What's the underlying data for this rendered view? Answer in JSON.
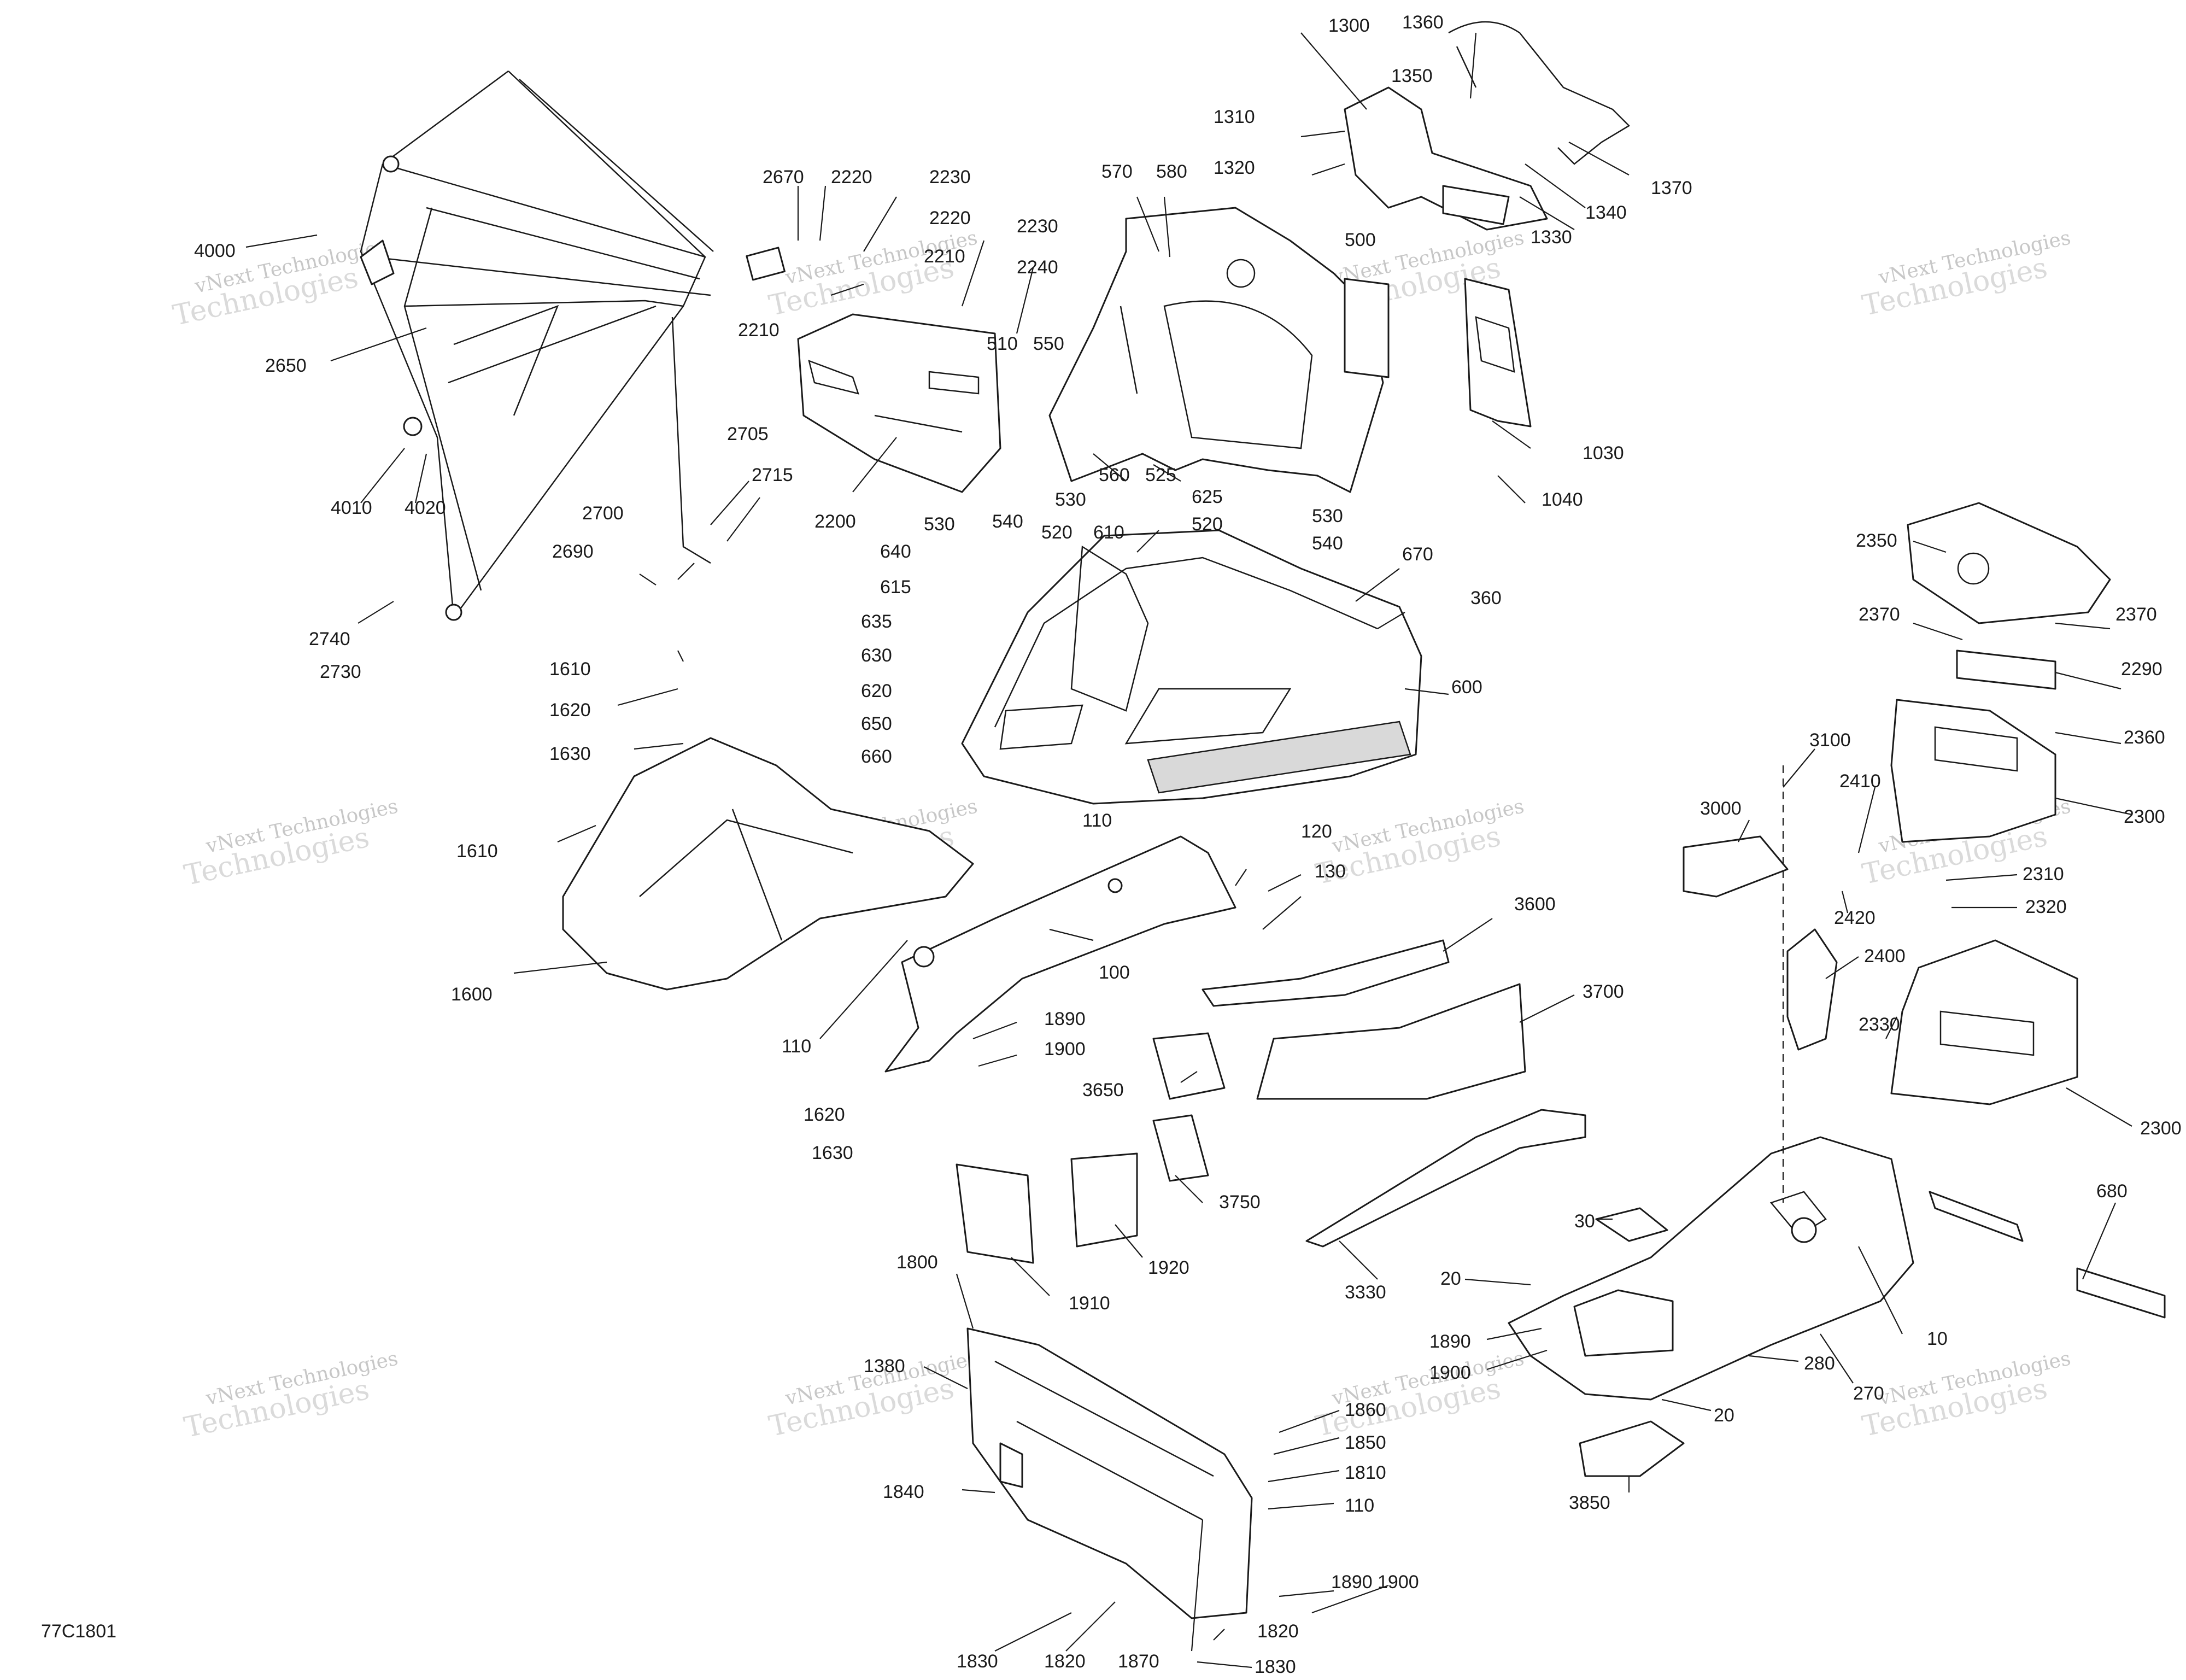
{
  "drawing_id": "77C1801",
  "watermark": {
    "line1": "vNext Technologies",
    "line2": "Technologies"
  },
  "callouts": [
    {
      "id": "c4000",
      "text": "4000"
    },
    {
      "id": "c2650",
      "text": "2650"
    },
    {
      "id": "c4010",
      "text": "4010"
    },
    {
      "id": "c4020",
      "text": "4020"
    },
    {
      "id": "c2670",
      "text": "2670"
    },
    {
      "id": "c2220a",
      "text": "2220"
    },
    {
      "id": "c2230a",
      "text": "2230"
    },
    {
      "id": "c2220b",
      "text": "2220"
    },
    {
      "id": "c2210a",
      "text": "2210"
    },
    {
      "id": "c2210b",
      "text": "2210"
    },
    {
      "id": "c2230b",
      "text": "2230"
    },
    {
      "id": "c2240",
      "text": "2240"
    },
    {
      "id": "c2200",
      "text": "2200"
    },
    {
      "id": "c2705",
      "text": "2705"
    },
    {
      "id": "c2715",
      "text": "2715"
    },
    {
      "id": "c2700",
      "text": "2700"
    },
    {
      "id": "c2690",
      "text": "2690"
    },
    {
      "id": "c2740",
      "text": "2740"
    },
    {
      "id": "c2730",
      "text": "2730"
    },
    {
      "id": "c1300",
      "text": "1300"
    },
    {
      "id": "c1360",
      "text": "1360"
    },
    {
      "id": "c1350",
      "text": "1350"
    },
    {
      "id": "c1310",
      "text": "1310"
    },
    {
      "id": "c1320",
      "text": "1320"
    },
    {
      "id": "c1370",
      "text": "1370"
    },
    {
      "id": "c1340",
      "text": "1340"
    },
    {
      "id": "c1330",
      "text": "1330"
    },
    {
      "id": "c570",
      "text": "570"
    },
    {
      "id": "c580",
      "text": "580"
    },
    {
      "id": "c500",
      "text": "500"
    },
    {
      "id": "c510",
      "text": "510"
    },
    {
      "id": "c550",
      "text": "550"
    },
    {
      "id": "c530a",
      "text": "530"
    },
    {
      "id": "c560",
      "text": "560"
    },
    {
      "id": "c525",
      "text": "525"
    },
    {
      "id": "c625",
      "text": "625"
    },
    {
      "id": "c1030",
      "text": "1030"
    },
    {
      "id": "c1040",
      "text": "1040"
    },
    {
      "id": "c530b",
      "text": "530"
    },
    {
      "id": "c540a",
      "text": "540"
    },
    {
      "id": "c520a",
      "text": "520"
    },
    {
      "id": "c610",
      "text": "610"
    },
    {
      "id": "c520b",
      "text": "520"
    },
    {
      "id": "c530c",
      "text": "530"
    },
    {
      "id": "c540b",
      "text": "540"
    },
    {
      "id": "c640",
      "text": "640"
    },
    {
      "id": "c615",
      "text": "615"
    },
    {
      "id": "c635",
      "text": "635"
    },
    {
      "id": "c630",
      "text": "630"
    },
    {
      "id": "c620",
      "text": "620"
    },
    {
      "id": "c650",
      "text": "650"
    },
    {
      "id": "c660",
      "text": "660"
    },
    {
      "id": "c670",
      "text": "670"
    },
    {
      "id": "c360",
      "text": "360"
    },
    {
      "id": "c600",
      "text": "600"
    },
    {
      "id": "c1610a",
      "text": "1610"
    },
    {
      "id": "c1620a",
      "text": "1620"
    },
    {
      "id": "c1630a",
      "text": "1630"
    },
    {
      "id": "c1610b",
      "text": "1610"
    },
    {
      "id": "c1600",
      "text": "1600"
    },
    {
      "id": "c110a",
      "text": "110"
    },
    {
      "id": "c120",
      "text": "120"
    },
    {
      "id": "c130",
      "text": "130"
    },
    {
      "id": "c100",
      "text": "100"
    },
    {
      "id": "c110b",
      "text": "110"
    },
    {
      "id": "c1890a",
      "text": "1890"
    },
    {
      "id": "c1900a",
      "text": "1900"
    },
    {
      "id": "c1620b",
      "text": "1620"
    },
    {
      "id": "c1630b",
      "text": "1630"
    },
    {
      "id": "c3600",
      "text": "3600"
    },
    {
      "id": "c3700",
      "text": "3700"
    },
    {
      "id": "c3650",
      "text": "3650"
    },
    {
      "id": "c3750",
      "text": "3750"
    },
    {
      "id": "c1920",
      "text": "1920"
    },
    {
      "id": "c1910",
      "text": "1910"
    },
    {
      "id": "c3330",
      "text": "3330"
    },
    {
      "id": "c30",
      "text": "30"
    },
    {
      "id": "c2350",
      "text": "2350"
    },
    {
      "id": "c2370a",
      "text": "2370"
    },
    {
      "id": "c2370b",
      "text": "2370"
    },
    {
      "id": "c2290",
      "text": "2290"
    },
    {
      "id": "c2360",
      "text": "2360"
    },
    {
      "id": "c2300a",
      "text": "2300"
    },
    {
      "id": "c3100",
      "text": "3100"
    },
    {
      "id": "c3000",
      "text": "3000"
    },
    {
      "id": "c2410",
      "text": "2410"
    },
    {
      "id": "c2310",
      "text": "2310"
    },
    {
      "id": "c2420",
      "text": "2420"
    },
    {
      "id": "c2320",
      "text": "2320"
    },
    {
      "id": "c2400",
      "text": "2400"
    },
    {
      "id": "c2330",
      "text": "2330"
    },
    {
      "id": "c2300b",
      "text": "2300"
    },
    {
      "id": "c680",
      "text": "680"
    },
    {
      "id": "c10",
      "text": "10"
    },
    {
      "id": "c20a",
      "text": "20"
    },
    {
      "id": "c1890b",
      "text": "1890"
    },
    {
      "id": "c1900b",
      "text": "1900"
    },
    {
      "id": "c280",
      "text": "280"
    },
    {
      "id": "c270",
      "text": "270"
    },
    {
      "id": "c20b",
      "text": "20"
    },
    {
      "id": "c3850",
      "text": "3850"
    },
    {
      "id": "c1800",
      "text": "1800"
    },
    {
      "id": "c1380",
      "text": "1380"
    },
    {
      "id": "c1860",
      "text": "1860"
    },
    {
      "id": "c1850",
      "text": "1850"
    },
    {
      "id": "c1810",
      "text": "1810"
    },
    {
      "id": "c110c",
      "text": "110"
    },
    {
      "id": "c1840",
      "text": "1840"
    },
    {
      "id": "c1890c",
      "text": "1890"
    },
    {
      "id": "c1900c",
      "text": "1900"
    },
    {
      "id": "c1820a",
      "text": "1820"
    },
    {
      "id": "c1830a",
      "text": "1830"
    },
    {
      "id": "c1820b",
      "text": "1820"
    },
    {
      "id": "c1870",
      "text": "1870"
    },
    {
      "id": "c1830b",
      "text": "1830"
    }
  ]
}
